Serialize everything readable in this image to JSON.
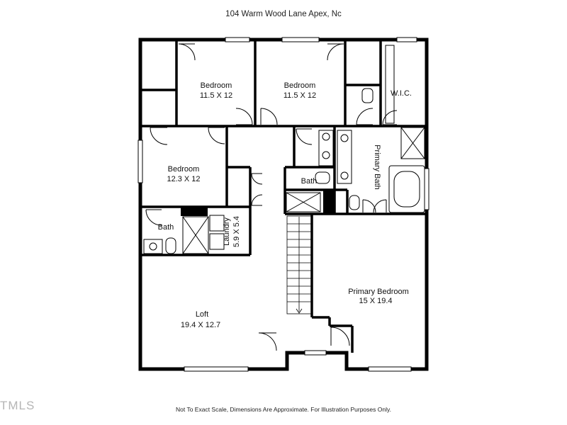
{
  "header": {
    "title": "104 Warm Wood Lane Apex, Nc"
  },
  "footer": {
    "note": "Not To Exact Scale, Dimensions Are Approximate. For Illustration Purposes Only."
  },
  "watermark": {
    "text": "TMLS"
  },
  "rooms": {
    "bedroom_1": {
      "label": "Bedroom",
      "dims": "11.5 X 12"
    },
    "bedroom_2": {
      "label": "Bedroom",
      "dims": "11.5 X 12"
    },
    "bedroom_3": {
      "label": "Bedroom",
      "dims": "12.3 X 12"
    },
    "wic": {
      "label": "W.I.C."
    },
    "primary_bath": {
      "label": "Primary Bath"
    },
    "bath_upper": {
      "label": "Bath"
    },
    "bath_lower": {
      "label": "Bath"
    },
    "laundry": {
      "label": "Laundry",
      "dims": "5.9 X 5.4"
    },
    "primary_bedroom": {
      "label": "Primary Bedroom",
      "dims": "15 X 19.4"
    },
    "loft": {
      "label": "Loft",
      "dims": "19.4 X 12.7"
    }
  }
}
